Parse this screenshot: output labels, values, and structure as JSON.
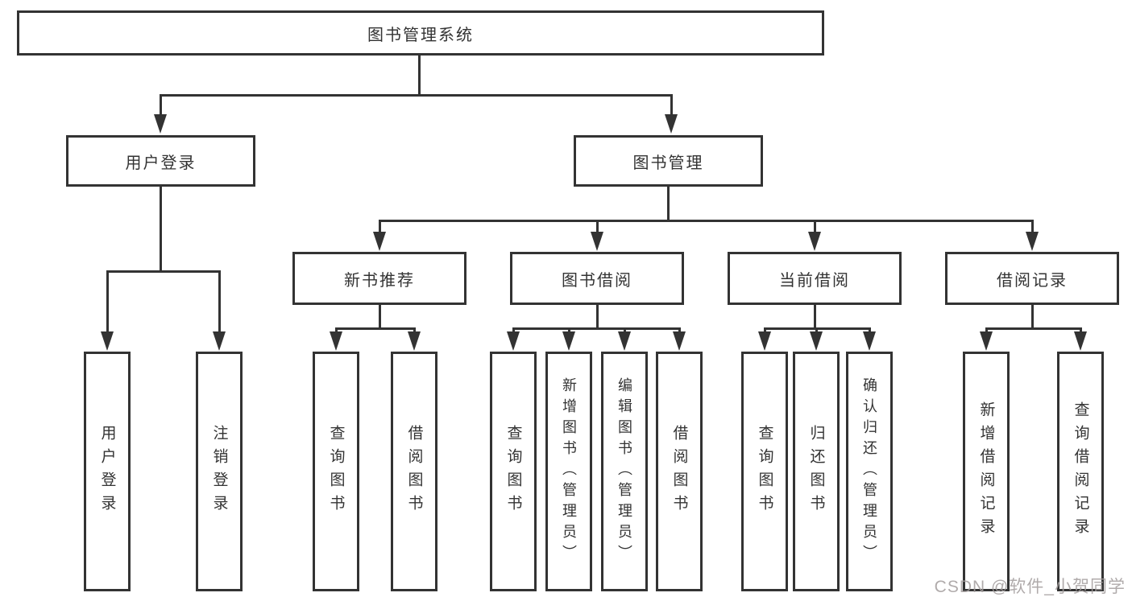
{
  "nodes": {
    "root": "图书管理系统",
    "l2": [
      "用户登录",
      "图书管理"
    ],
    "l3": [
      "新书推荐",
      "图书借阅",
      "当前借阅",
      "借阅记录"
    ],
    "leaves_user": [
      "用户登录",
      "注销登录"
    ],
    "leaves_newbook": [
      "查询图书",
      "借阅图书"
    ],
    "leaves_borrow": [
      "查询图书",
      "新增图书（管理员）",
      "编辑图书（管理员）",
      "借阅图书"
    ],
    "leaves_current": [
      "查询图书",
      "归还图书",
      "确认归还（管理员）"
    ],
    "leaves_records": [
      "新增借阅记录",
      "查询借阅记录"
    ]
  },
  "watermark": "CSDN @软件_小贺同学",
  "colors": {
    "line": "#333333",
    "text": "#333333",
    "box_background": "#ffffff",
    "page_background": "#ffffff",
    "watermark": "#a39d9d"
  }
}
